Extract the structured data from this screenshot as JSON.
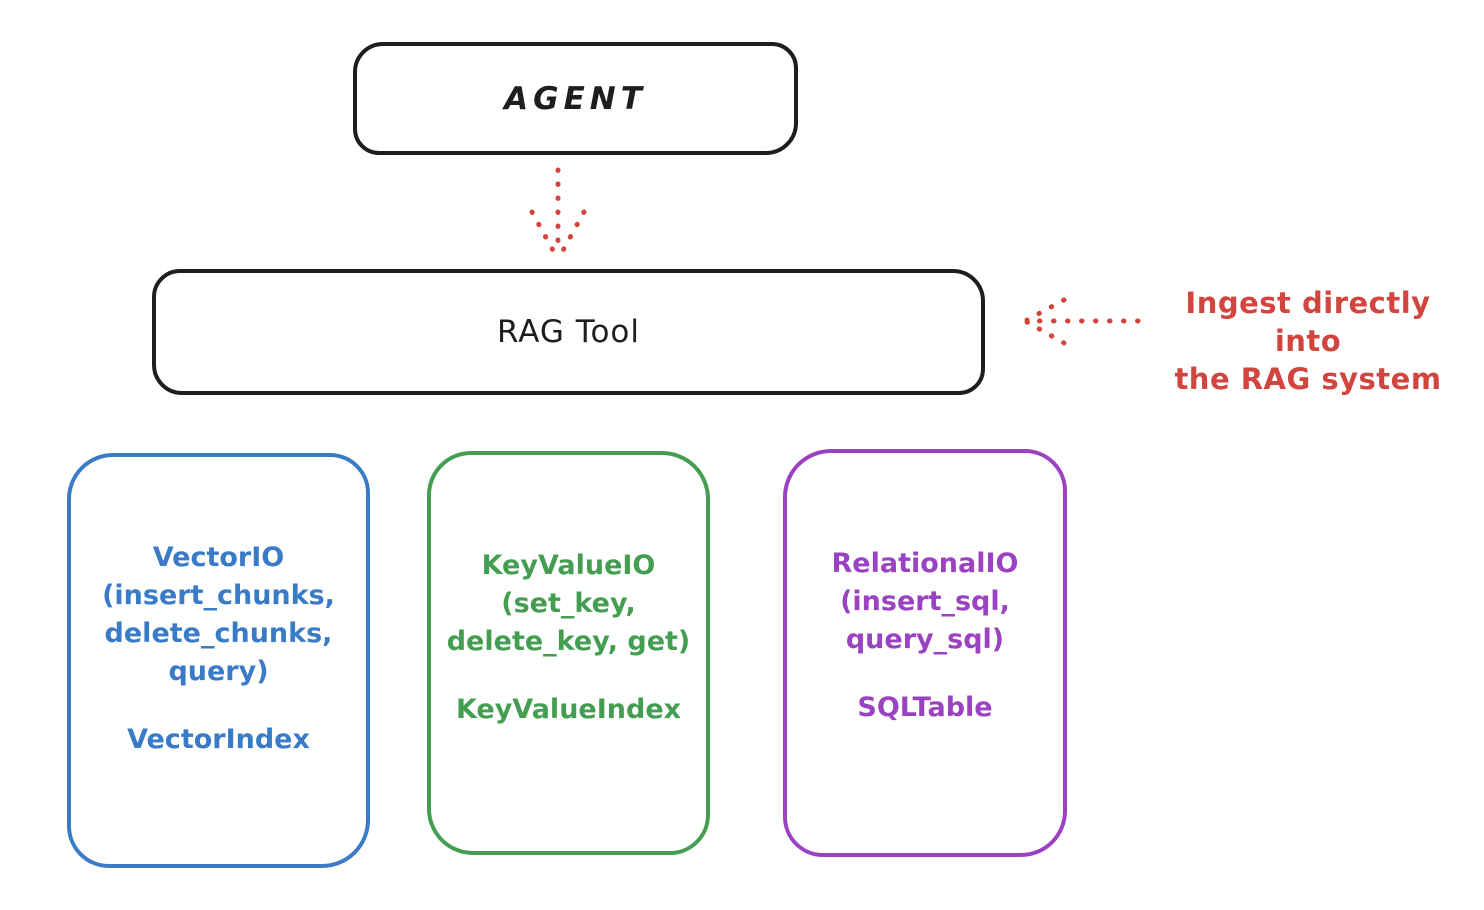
{
  "colors": {
    "ink": "#1e1e1e",
    "red": "#d2453e",
    "blue": "#3a7bc8",
    "green": "#449e52",
    "purple": "#9b42c3",
    "background": "#ffffff"
  },
  "agent_box": {
    "label": "AGENT"
  },
  "rag_tool_box": {
    "label": "RAG Tool"
  },
  "annotation": {
    "line1": "Ingest directly into",
    "line2": "the RAG system"
  },
  "arrows": [
    {
      "name": "agent-to-rag-tool",
      "style": "dotted",
      "direction": "down",
      "color": "#d2453e"
    },
    {
      "name": "ingest-annotation-to-rag-tool",
      "style": "dotted",
      "direction": "left",
      "color": "#d2453e"
    }
  ],
  "io_boxes": [
    {
      "id": "vector-io",
      "color": "#3a7bc8",
      "line1": "VectorIO",
      "line2": "(insert_chunks,",
      "line3": "delete_chunks,",
      "line4": "query)",
      "index_label": "VectorIndex"
    },
    {
      "id": "keyvalue-io",
      "color": "#449e52",
      "line1": "KeyValueIO",
      "line2": "(set_key,",
      "line3": "delete_key, get)",
      "index_label": "KeyValueIndex"
    },
    {
      "id": "relational-io",
      "color": "#9b42c3",
      "line1": "RelationalIO",
      "line2": "(insert_sql,",
      "line3": "query_sql)",
      "index_label": "SQLTable"
    }
  ]
}
